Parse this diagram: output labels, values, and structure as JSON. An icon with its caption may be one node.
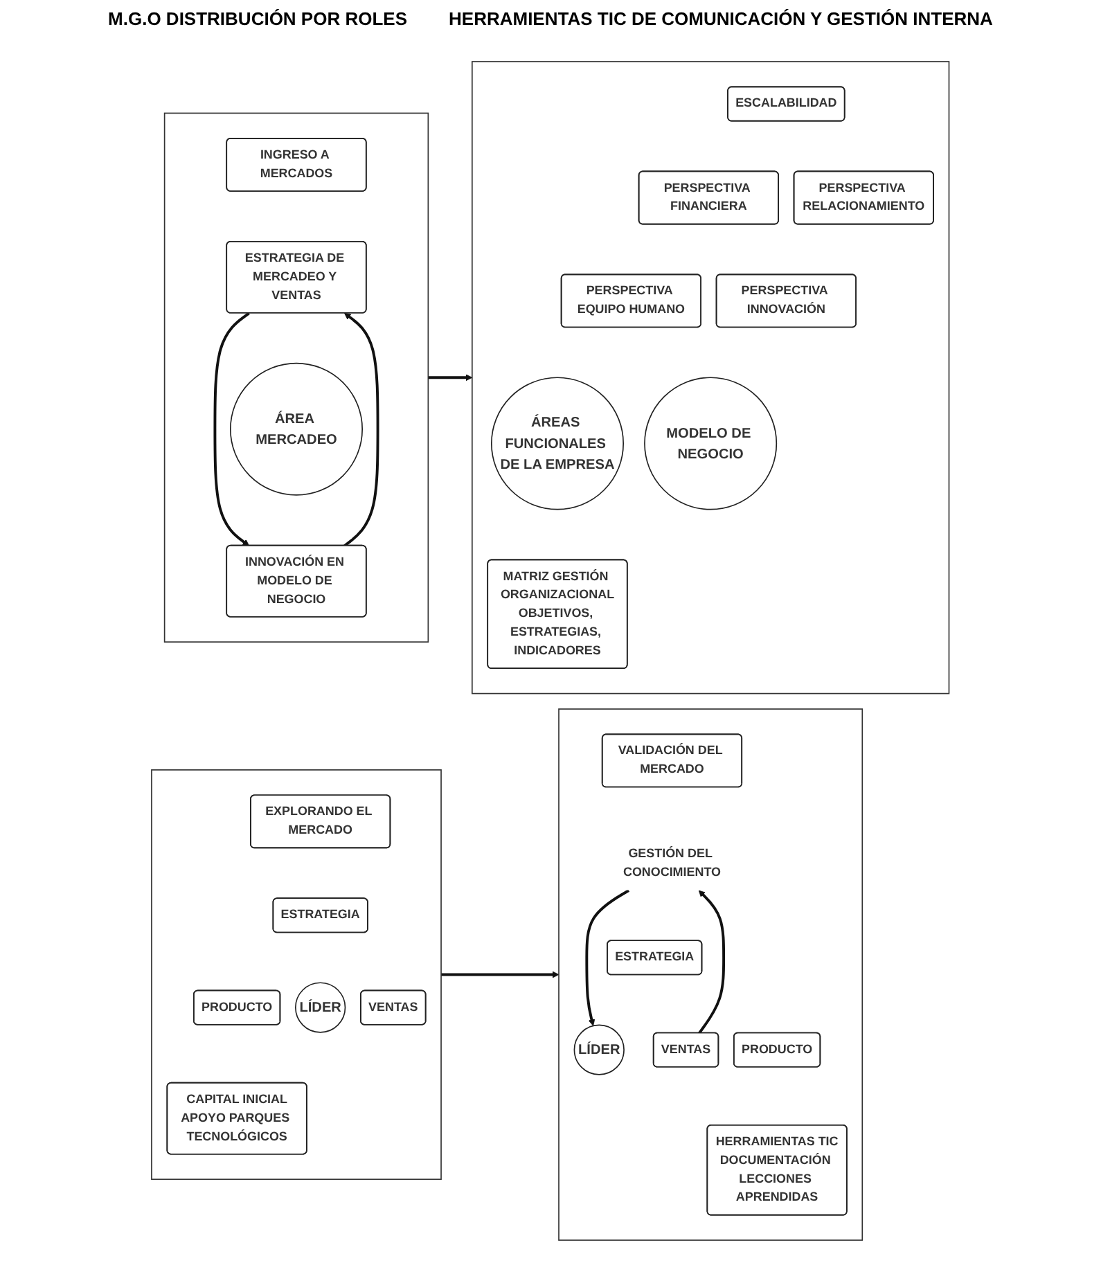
{
  "diagram": {
    "nodes": [
      {
        "text": [],
        "shape": "box"
      },
      {
        "text": [
          "EXPLORANDO EL MERCADO"
        ],
        "in": 0
      },
      {
        "text": [
          "ESTRATEGIA"
        ],
        "in": 0
      },
      {
        "text": [
          "PRODUCTO"
        ],
        "in": 0
      },
      {
        "text": [
          "LÍDER"
        ],
        "in": 0
      },
      {
        "text": [
          "VENTAS"
        ],
        "in": 0
      },
      {
        "text": [
          "CAPITAL INICIAL",
          "APOYO PARQUES TECNOLÓGICOS"
        ],
        "in": 0
      },
      {
        "text": [],
        "shape": "box"
      },
      {
        "text": [
          "VALIDACIÓN DEL MERCADO"
        ],
        "in": 7
      },
      {
        "text": [
          "GESTIÓN DEL CONOCIMIENTO"
        ],
        "in": 7
      },
      {
        "text": [
          "ESTRATEGIA"
        ],
        "in": 7
      },
      {
        "text": [
          "PRODUCTO"
        ],
        "in": 7
      },
      {
        "text": [
          "LÍDER"
        ],
        "in": 7
      },
      {
        "text": [
          "VENTAS"
        ],
        "in": 7
      },
      {
        "text": [
          "HERRAMIENTAS TIC",
          "DOCUMENTACIÓN LECCIONES APRENDIDAS"
        ],
        "in": 7
      },
      {
        "text": [],
        "shape": "box"
      },
      {
        "text": [
          "INGRESO A MERCADOS"
        ],
        "in": 15
      },
      {
        "text": [
          "ESTRATEGIA DE MERCADEO Y VENTAS"
        ],
        "in": 15
      },
      {
        "text": [
          "ÁREA MERCADEO"
        ],
        "in": 15
      },
      {
        "text": [
          "INNOVACIÓN EN MODELO DE NEGOCIO"
        ],
        "in": 15
      },
      {
        "text": [],
        "shape": "box"
      },
      {
        "text": [
          "ESCALABILIDAD"
        ],
        "in": 20
      },
      {
        "text": [
          "PERSPECTIVA FINANCIERA"
        ],
        "in": 20
      },
      {
        "text": [
          "PERSPECTIVA RELACIONAMIENTO"
        ],
        "in": 20
      },
      {
        "text": [
          "PERSPECTIVA EQUIPO HUMANO"
        ],
        "in": 20
      },
      {
        "text": [
          "PERSPECTIVA INNOVACIÓN"
        ],
        "in": 20
      },
      {
        "text": [
          "ÁREAS FUNCIONALES DE LA EMPRESA"
        ],
        "in": 20
      },
      {
        "text": [
          "MODELO DE NEGOCIO"
        ],
        "in": 20
      },
      {
        "text": [
          "MATRIZ GESTIÓN ORGANIZACIONAL",
          "OBJETIVOS, ESTRATEGIAS, INDICADORES"
        ],
        "in": 20
      }
    ],
    "edges": [
      {
        "from": 0,
        "to": 7,
        "arrow": "to"
      },
      {
        "from": 9,
        "to": 12,
        "arrow": "to"
      },
      {
        "from": 13,
        "to": 9,
        "arrow": "to"
      },
      {
        "from": 17,
        "to": 19,
        "arrow": "to"
      },
      {
        "from": 19,
        "to": 17,
        "arrow": "to"
      },
      {
        "from": 15,
        "to": 20,
        "arrow": "to"
      }
    ],
    "labels": [
      "M.G.O DISTRIBUCIÓN POR ROLES",
      "HERRAMIENTAS TIC DE COMUNICACIÓN Y GESTIÓN INTERNA"
    ]
  }
}
